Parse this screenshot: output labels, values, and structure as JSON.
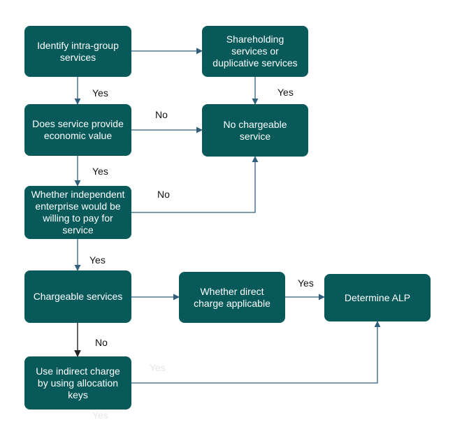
{
  "colors": {
    "box_fill": "#075a59",
    "box_text": "#ffffff",
    "arrow": "#2f5f7a",
    "arrow_dark": "#222222",
    "ghost_text": "#e6e6e6"
  },
  "nodes": {
    "identify": "Identify intra-group\nservices",
    "shareholding": "Shareholding\nservices or\nduplicative services",
    "economic_value": "Does service provide\neconomic value",
    "no_chargeable": "No chargeable\nservice",
    "independent": "Whether independent\nenterprise would be\nwilling to pay for\nservice",
    "chargeable": "Chargeable services",
    "direct_charge": "Whether direct\ncharge applicable",
    "determine_alp": "Determine ALP",
    "indirect_charge": "Use indirect charge\nby using allocation\nkeys"
  },
  "labels": {
    "yes_1": "Yes",
    "yes_2": "Yes",
    "no_1": "No",
    "yes_3": "Yes",
    "no_2": "No",
    "yes_4": "Yes",
    "yes_5": "Yes",
    "no_3": "No",
    "ghost_yes_1": "Yes",
    "ghost_yes_2": "Yes"
  }
}
